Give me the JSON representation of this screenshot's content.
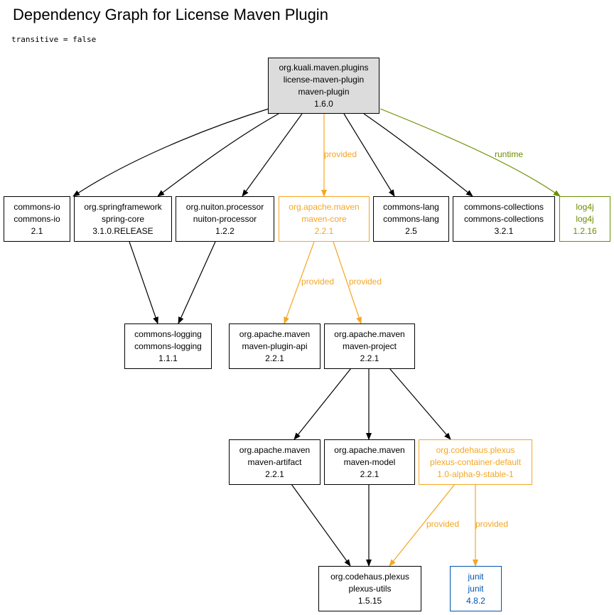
{
  "title": "Dependency Graph for License Maven Plugin",
  "subtitle": "transitive = false",
  "colors": {
    "default": "#000000",
    "provided": "#f5a623",
    "runtime": "#6b8e00",
    "test": "#0055b0",
    "root_fill": "#dcdcdc"
  },
  "nodes": {
    "root": {
      "group": "org.kuali.maven.plugins",
      "artifact": "license-maven-plugin",
      "type": "maven-plugin",
      "version": "1.6.0"
    },
    "commons_io": {
      "group": "commons-io",
      "artifact": "commons-io",
      "version": "2.1"
    },
    "spring_core": {
      "group": "org.springframework",
      "artifact": "spring-core",
      "version": "3.1.0.RELEASE"
    },
    "nuiton_processor": {
      "group": "org.nuiton.processor",
      "artifact": "nuiton-processor",
      "version": "1.2.2"
    },
    "maven_core": {
      "group": "org.apache.maven",
      "artifact": "maven-core",
      "version": "2.2.1"
    },
    "commons_lang": {
      "group": "commons-lang",
      "artifact": "commons-lang",
      "version": "2.5"
    },
    "commons_collections": {
      "group": "commons-collections",
      "artifact": "commons-collections",
      "version": "3.2.1"
    },
    "log4j": {
      "group": "log4j",
      "artifact": "log4j",
      "version": "1.2.16"
    },
    "commons_logging": {
      "group": "commons-logging",
      "artifact": "commons-logging",
      "version": "1.1.1"
    },
    "maven_plugin_api": {
      "group": "org.apache.maven",
      "artifact": "maven-plugin-api",
      "version": "2.2.1"
    },
    "maven_project": {
      "group": "org.apache.maven",
      "artifact": "maven-project",
      "version": "2.2.1"
    },
    "maven_artifact": {
      "group": "org.apache.maven",
      "artifact": "maven-artifact",
      "version": "2.2.1"
    },
    "maven_model": {
      "group": "org.apache.maven",
      "artifact": "maven-model",
      "version": "2.2.1"
    },
    "plexus_container": {
      "group": "org.codehaus.plexus",
      "artifact": "plexus-container-default",
      "version": "1.0-alpha-9-stable-1"
    },
    "plexus_utils": {
      "group": "org.codehaus.plexus",
      "artifact": "plexus-utils",
      "version": "1.5.15"
    },
    "junit": {
      "group": "junit",
      "artifact": "junit",
      "version": "4.8.2"
    }
  },
  "edge_labels": {
    "root_maven_core": "provided",
    "root_log4j": "runtime",
    "core_plugin_api": "provided",
    "core_project": "provided",
    "container_utils": "provided",
    "container_junit": "provided"
  }
}
